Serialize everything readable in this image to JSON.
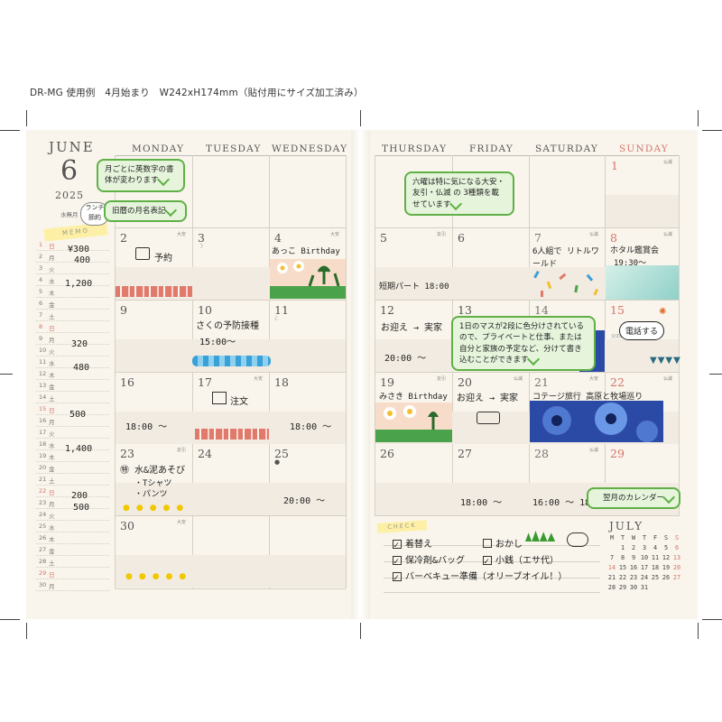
{
  "header": {
    "title": "DR-MG 使用例　4月始まり　W242xH174mm（貼付用にサイズ加工済み）"
  },
  "month": {
    "name": "JUNE",
    "number": "6",
    "year": "2025",
    "old_month_name": "水無月"
  },
  "weekdays_left": [
    "MONDAY",
    "TUESDAY",
    "WEDNESDAY"
  ],
  "weekdays_right": [
    "THURSDAY",
    "FRIDAY",
    "SATURDAY",
    "SUNDAY"
  ],
  "weeks": [
    [
      "",
      "",
      "",
      "",
      "",
      "",
      "1"
    ],
    [
      "2",
      "3",
      "4",
      "5",
      "6",
      "7",
      "8"
    ],
    [
      "9",
      "10",
      "11",
      "12",
      "13",
      "14",
      "15"
    ],
    [
      "16",
      "17",
      "18",
      "19",
      "20",
      "21",
      "22"
    ],
    [
      "23",
      "24",
      "25",
      "26",
      "27",
      "28",
      "29"
    ],
    [
      "30",
      "",
      "",
      "",
      "",
      "",
      ""
    ]
  ],
  "rokuyo": {
    "d1": "仏滅",
    "d2": "大安",
    "d4": "大安",
    "d5": "友引",
    "d7": "仏滅",
    "d8": "仏滅",
    "d17": "大安",
    "d19": "友引",
    "d20": "仏滅",
    "d21": "大安",
    "d22": "仏滅",
    "d23": "友引",
    "d28": "仏滅",
    "d30": "大安"
  },
  "moon": {
    "d15": "父の日"
  },
  "memo": {
    "label": "MEMO",
    "rows": [
      {
        "n": "1",
        "w": "日"
      },
      {
        "n": "2",
        "w": "月"
      },
      {
        "n": "3",
        "w": "火"
      },
      {
        "n": "4",
        "w": "水"
      },
      {
        "n": "5",
        "w": "木"
      },
      {
        "n": "6",
        "w": "金"
      },
      {
        "n": "7",
        "w": "土"
      },
      {
        "n": "8",
        "w": "日"
      },
      {
        "n": "9",
        "w": "月"
      },
      {
        "n": "10",
        "w": "火"
      },
      {
        "n": "11",
        "w": "水"
      },
      {
        "n": "12",
        "w": "木"
      },
      {
        "n": "13",
        "w": "金"
      },
      {
        "n": "14",
        "w": "土"
      },
      {
        "n": "15",
        "w": "日"
      },
      {
        "n": "16",
        "w": "月"
      },
      {
        "n": "17",
        "w": "火"
      },
      {
        "n": "18",
        "w": "水"
      },
      {
        "n": "19",
        "w": "木"
      },
      {
        "n": "20",
        "w": "金"
      },
      {
        "n": "21",
        "w": "土"
      },
      {
        "n": "22",
        "w": "日"
      },
      {
        "n": "23",
        "w": "月"
      },
      {
        "n": "24",
        "w": "火"
      },
      {
        "n": "25",
        "w": "水"
      },
      {
        "n": "26",
        "w": "木"
      },
      {
        "n": "27",
        "w": "金"
      },
      {
        "n": "28",
        "w": "土"
      },
      {
        "n": "29",
        "w": "日"
      },
      {
        "n": "30",
        "w": "月"
      }
    ],
    "notes": [
      "¥300",
      "400",
      "1,200",
      "320",
      "480",
      "500",
      "1,400",
      "200",
      "500"
    ],
    "sticker_text": "ランチ 節約"
  },
  "callouts": {
    "c1": "月ごとに英数字の書体が変わります",
    "c2": "旧暦の月名表記",
    "c3": "六曜は特に気になる大安・友引・仏滅 の 3種類を載せています",
    "c4": "1日のマスが2段に色分けされているので、プライベートと仕事、または自分と家族の予定など、分けて書き込むことができます",
    "c5": "翌月のカレンダー"
  },
  "entries": {
    "e2": "予約",
    "e4": "あっこ Birthday",
    "e10a": "さくの予防接種",
    "e10b": "15:00〜",
    "e16": "18:00 〜",
    "e17": "注文",
    "e18": "18:00 〜",
    "e23a": "㊕ 水&泥あそび",
    "e23b": "・Tシャツ",
    "e23c": "・パンツ",
    "e25": "20:00 〜",
    "e5": "短期パート 18:00",
    "e7": "6人組で リトルワールド",
    "e8a": "ホタル鑑賞会",
    "e8b": "19:30〜",
    "e12a": "お迎え → 実家",
    "e12b": "20:00 〜",
    "e15": "電話する",
    "e19": "みさき Birthday",
    "e20": "お迎え → 実家",
    "e21": "コテージ旅行 高原と牧場巡り",
    "e27": "18:00 〜",
    "e28": "16:00 〜 18:00"
  },
  "check": {
    "label": "CHECK",
    "items": [
      {
        "text": "着替え",
        "checked": true
      },
      {
        "text": "おかし",
        "checked": false
      },
      {
        "text": "保冷剤&バッグ",
        "checked": true
      },
      {
        "text": "小銭（エサ代）",
        "checked": true
      },
      {
        "text": "バーベキュー準備（オリーブオイル！）",
        "checked": true
      }
    ]
  },
  "next_month": {
    "name": "JULY",
    "header": [
      "M",
      "T",
      "W",
      "T",
      "F",
      "S",
      "S"
    ],
    "rows": [
      [
        "",
        "1",
        "2",
        "3",
        "4",
        "5",
        "6"
      ],
      [
        "7",
        "8",
        "9",
        "10",
        "11",
        "12",
        "13"
      ],
      [
        "14",
        "15",
        "16",
        "17",
        "18",
        "19",
        "20"
      ],
      [
        "21",
        "22",
        "23",
        "24",
        "25",
        "26",
        "27"
      ],
      [
        "28",
        "29",
        "30",
        "31",
        "",
        "",
        ""
      ]
    ]
  },
  "colors": {
    "accent_green": "#5fb046",
    "sunday_red": "#d4746a",
    "paper": "#f9f5ec"
  }
}
